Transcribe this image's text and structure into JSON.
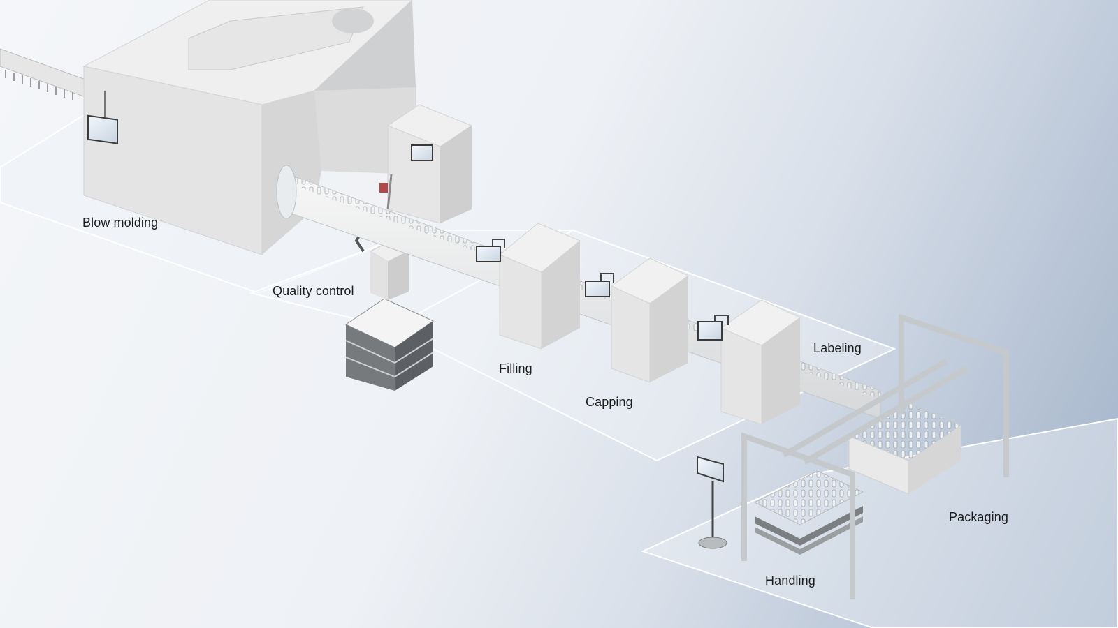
{
  "stages": {
    "blow_molding": "Blow molding",
    "quality_control": "Quality control",
    "filling": "Filling",
    "capping": "Capping",
    "labeling": "Labeling",
    "handling": "Handling",
    "packaging": "Packaging"
  },
  "colors": {
    "machine_top": "#eeeeee",
    "machine_front": "#e3e3e3",
    "machine_side": "#cfcfcf",
    "floor_zone": "#eef2f6",
    "frame_metal": "#c8cbce",
    "screen": "#dfe8f2",
    "screen_frame": "#3a3a3a"
  },
  "icons": {
    "hmi_panel": "touch-panel-icon",
    "robot_arm": "robot-arm-icon",
    "bottle": "bottle-icon"
  }
}
